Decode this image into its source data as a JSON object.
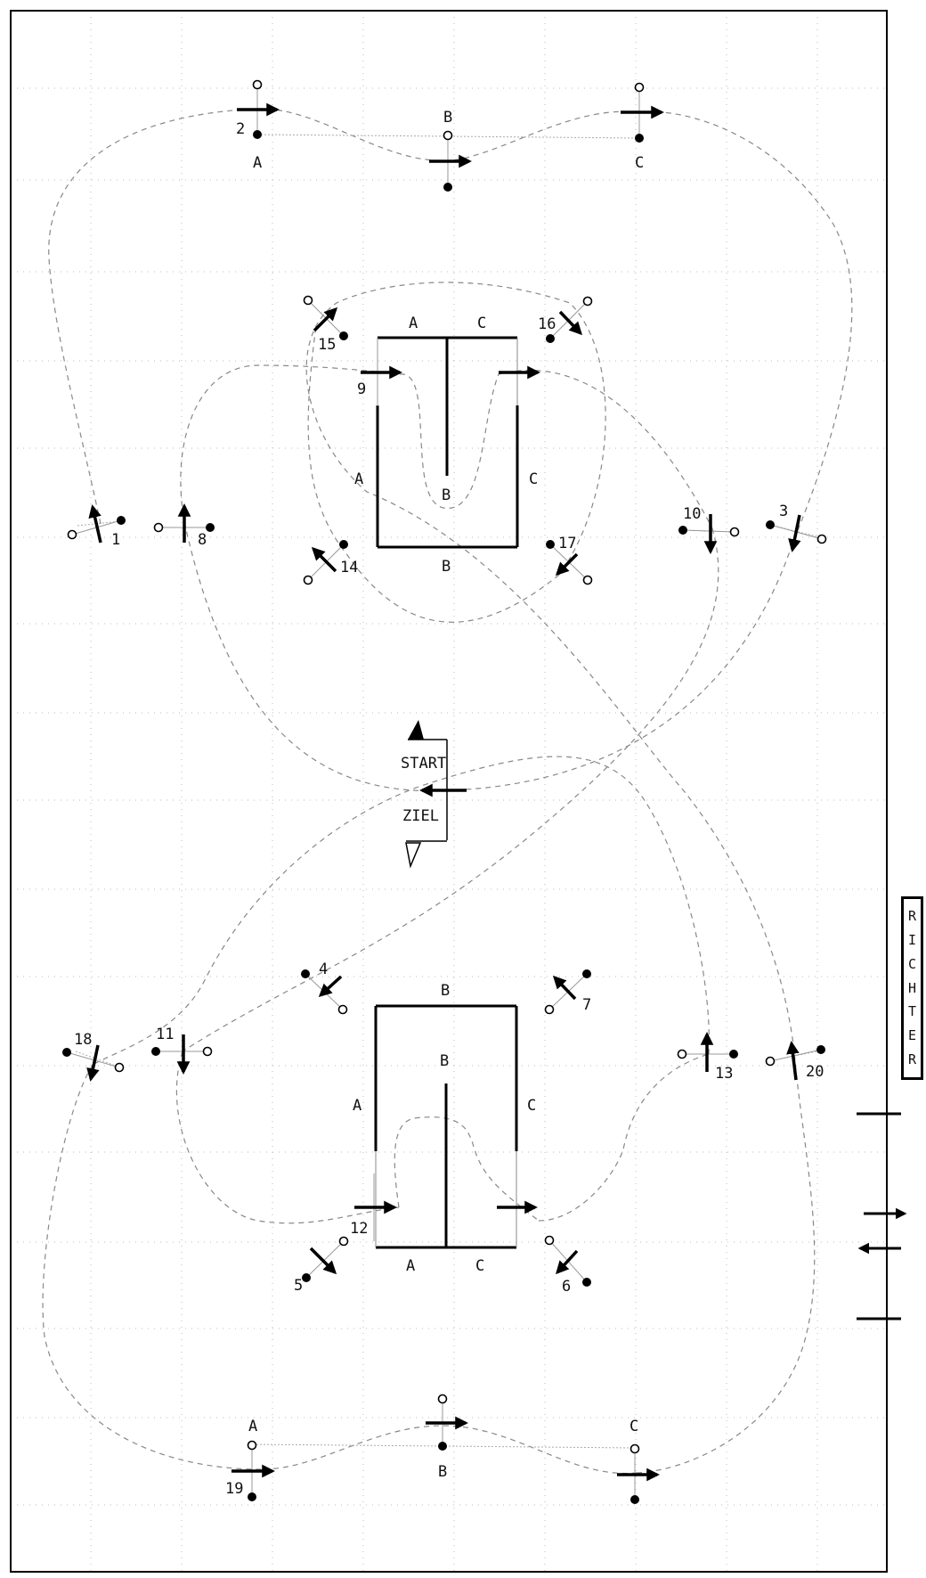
{
  "labels": {
    "start": "START",
    "finish": "ZIEL",
    "judge": [
      "R",
      "I",
      "C",
      "H",
      "T",
      "E",
      "R"
    ]
  },
  "obstacles": [
    {
      "id": "top-left-gate",
      "label": "1"
    },
    {
      "id": "top-triple-A",
      "label": "2"
    },
    {
      "id": "top-right-gate",
      "label": "3"
    },
    {
      "id": "lower-gate-4",
      "label": "4"
    },
    {
      "id": "lower-gate-5",
      "label": "5"
    },
    {
      "id": "lower-gate-6",
      "label": "6"
    },
    {
      "id": "lower-gate-7",
      "label": "7"
    },
    {
      "id": "left-gate-8",
      "label": "8"
    },
    {
      "id": "upper-u-entry",
      "label": "9"
    },
    {
      "id": "right-gate-10",
      "label": "10"
    },
    {
      "id": "left-gate-11",
      "label": "11"
    },
    {
      "id": "lower-u-entry",
      "label": "12"
    },
    {
      "id": "right-gate-13",
      "label": "13"
    },
    {
      "id": "upper-gate-14",
      "label": "14"
    },
    {
      "id": "upper-gate-15",
      "label": "15"
    },
    {
      "id": "upper-gate-16",
      "label": "16"
    },
    {
      "id": "upper-gate-17",
      "label": "17"
    },
    {
      "id": "bottom-left-gate",
      "label": "18"
    },
    {
      "id": "bottom-triple-A",
      "label": "19"
    },
    {
      "id": "bottom-right-gate",
      "label": "20"
    }
  ],
  "combination_letters": {
    "top": [
      "A",
      "B",
      "C"
    ],
    "bottom": [
      "A",
      "B",
      "C"
    ],
    "upper_box": {
      "top_left": "A",
      "top_right": "C",
      "left": "A",
      "right": "C",
      "inner": "B",
      "bottom": "B"
    },
    "lower_box": {
      "top": "B",
      "inner": "B",
      "left": "A",
      "right": "C",
      "bottom_left": "A",
      "bottom_right": "C"
    }
  }
}
